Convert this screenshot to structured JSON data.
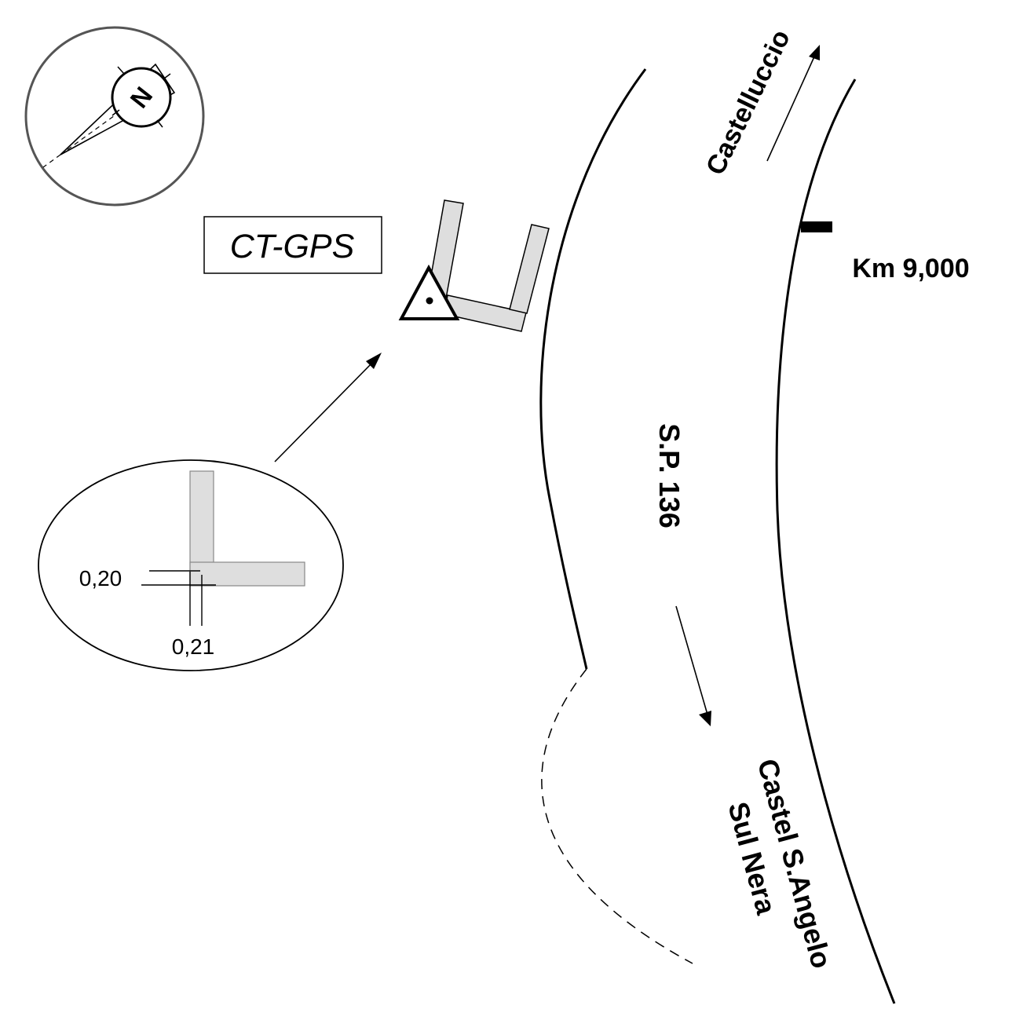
{
  "map": {
    "station_label": "CT-GPS",
    "road_name": "S.P. 136",
    "direction_north": "Castelluccio",
    "direction_south_line1": "Castel S.Angelo",
    "direction_south_line2": "Sul Nera",
    "km_marker": "Km 9,000",
    "compass_letter": "N",
    "detail_dim_horizontal": "0,20",
    "detail_dim_vertical": "0,21"
  },
  "colors": {
    "line": "#000000",
    "wall_fill": "#dedede",
    "compass_ring": "#555555"
  }
}
